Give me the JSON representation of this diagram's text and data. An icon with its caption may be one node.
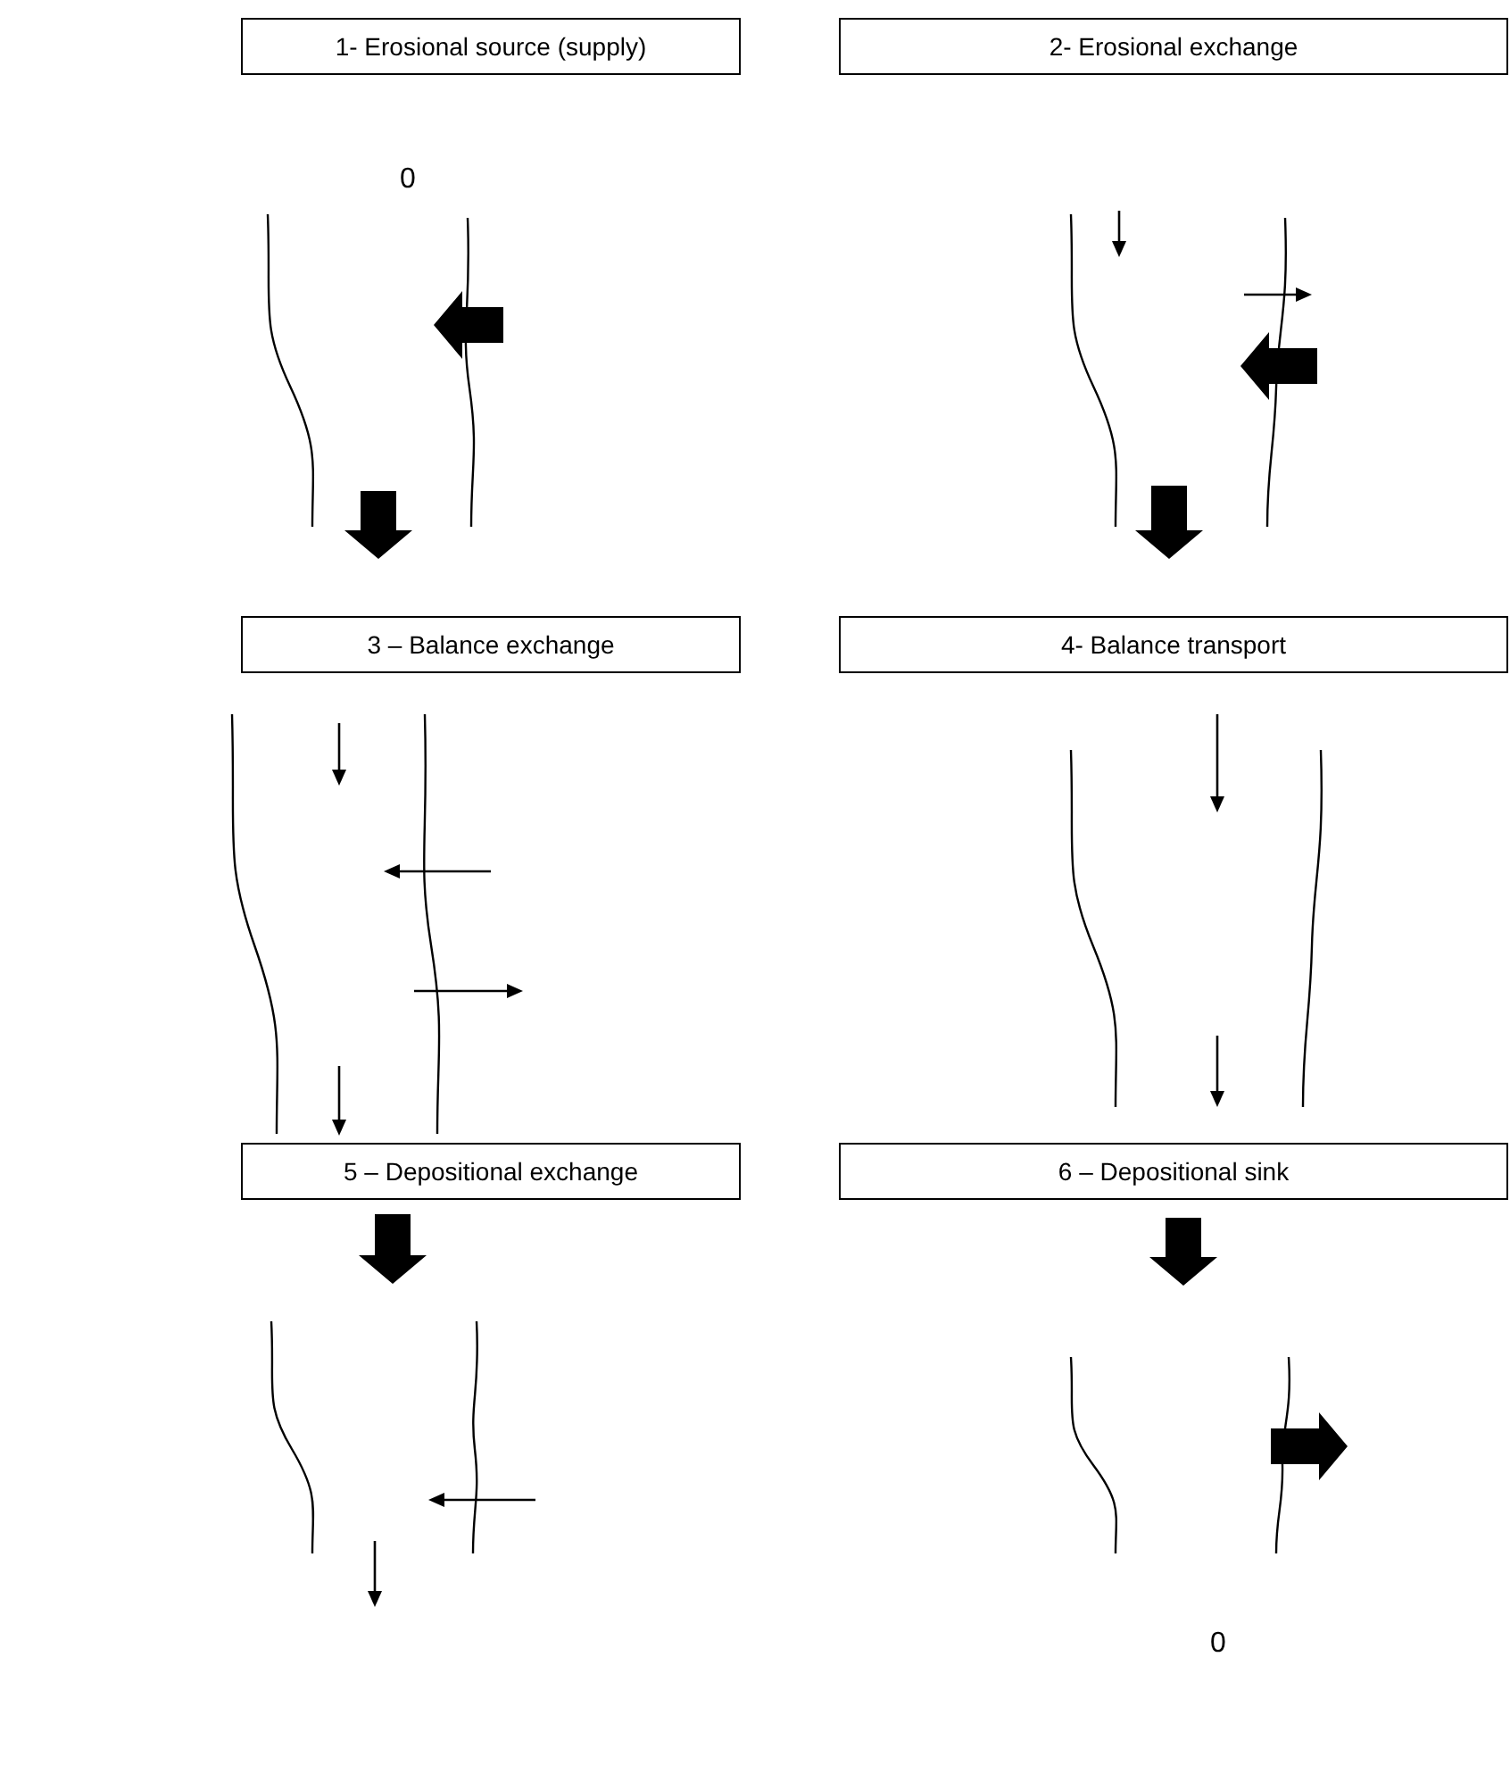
{
  "diagram": {
    "nodes": [
      {
        "text": [
          "1- Erosional source (supply)"
        ]
      },
      {
        "text": [
          "2- Erosional exchange"
        ]
      },
      {
        "text": [
          "3 – Balance exchange"
        ]
      },
      {
        "text": [
          "4- Balance transport"
        ]
      },
      {
        "text": [
          "5 – Depositional exchange"
        ]
      },
      {
        "text": [
          "6 – Depositional sink"
        ]
      }
    ],
    "labels": [
      "0",
      "0"
    ]
  }
}
